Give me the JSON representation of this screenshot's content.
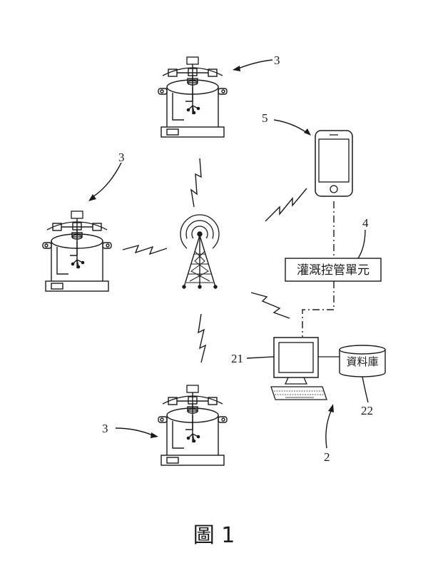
{
  "figure": {
    "caption": "圖 1"
  },
  "labels": {
    "station_top": "3",
    "station_left": "3",
    "station_bottom": "3",
    "phone": "5",
    "control_unit": "4",
    "computer": "21",
    "database": "22",
    "server": "2"
  },
  "control_unit_text": "灌溉控管單元",
  "database_text": "資料庫"
}
